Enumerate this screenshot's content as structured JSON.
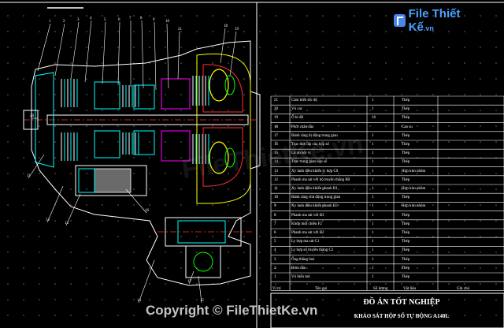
{
  "logo": {
    "text": "File Thiết Kế",
    "suffix": ".vn"
  },
  "watermark": "FileThietKe.vn",
  "copyright": "Copyright © FileThietKe.vn",
  "titles": {
    "main": "ĐỒ ÁN TỐT NGHIỆP",
    "sub": "KHẢO SÁT HỘP SỐ TỰ ĐỘNG A140L"
  },
  "table_header": [
    "Vị trí",
    "Tên gọi",
    "Số lượng",
    "Vật liệu",
    "Ghi chú"
  ],
  "parts": [
    {
      "n": "21",
      "name": "Cảm biến tốc độ",
      "q": "1",
      "m": "Thép",
      "note": ""
    },
    {
      "n": "20",
      "name": "Vỏ cac",
      "q": "1",
      "m": "Thép",
      "note": ""
    },
    {
      "n": "19",
      "name": "Ổ bi đỡ",
      "q": "16",
      "m": "Thép",
      "note": ""
    },
    {
      "n": "18",
      "name": "Phớt chắn dầu",
      "q": "",
      "m": "Cao su",
      "note": ""
    },
    {
      "n": "17",
      "name": "Bánh răng bị động trung gian",
      "q": "1",
      "m": "Thép",
      "note": ""
    },
    {
      "n": "16",
      "name": "Trục thứ cấp của hộp số",
      "q": "1",
      "m": "Thép",
      "note": ""
    },
    {
      "n": "15",
      "name": "Lò xo hồi vị",
      "q": "1",
      "m": "Thép",
      "note": ""
    },
    {
      "n": "14",
      "name": "Trục trung gian hộp số",
      "q": "1",
      "m": "Thép",
      "note": ""
    },
    {
      "n": "13",
      "name": "Xy lanh điều khiển ly hợp C0",
      "q": "1",
      "m": "Hợp kim nhôm",
      "note": ""
    },
    {
      "n": "12",
      "name": "Phanh ma sát với bộ truyền thẳng B0",
      "q": "1",
      "m": "Thép",
      "note": ""
    },
    {
      "n": "11",
      "name": "Xy lanh điều khiển phanh B1",
      "q": "1",
      "m": "Hợp kim nhôm",
      "note": ""
    },
    {
      "n": "10",
      "name": "Bánh răng chủ động trung gian",
      "q": "1",
      "m": "Thép",
      "note": ""
    },
    {
      "n": "9",
      "name": "Xy lanh điều khiển phanh B3",
      "q": "1",
      "m": "Hợp kim nhôm",
      "note": ""
    },
    {
      "n": "8",
      "name": "Phanh ma sát với B3",
      "q": "1",
      "m": "Thép",
      "note": ""
    },
    {
      "n": "7",
      "name": "Khớp một chiều F2",
      "q": "1",
      "m": "Thép",
      "note": ""
    },
    {
      "n": "6",
      "name": "Phanh ma sát với B2",
      "q": "1",
      "m": "Thép",
      "note": ""
    },
    {
      "n": "5",
      "name": "Ly hợp ma sát C1",
      "q": "1",
      "m": "Thép",
      "note": ""
    },
    {
      "n": "4",
      "name": "Ly hợp số truyền thẳng C2",
      "q": "1",
      "m": "Thép",
      "note": ""
    },
    {
      "n": "3",
      "name": "Ống thăng hoá",
      "q": "1",
      "m": "Thép",
      "note": ""
    },
    {
      "n": "2",
      "name": "Bơm dầu",
      "q": "1",
      "m": "Thép",
      "note": ""
    },
    {
      "n": "1",
      "name": "Vỏ biến mô",
      "q": "1",
      "m": "Thép",
      "note": ""
    }
  ],
  "leader_labels": [
    "1",
    "2",
    "3",
    "4",
    "5",
    "6",
    "7",
    "8",
    "9",
    "10",
    "11",
    "12",
    "13",
    "14",
    "15",
    "16",
    "17",
    "18",
    "19",
    "20",
    "21"
  ],
  "colors": {
    "background": "#000000",
    "line_white": "#ffffff",
    "line_cyan": "#00ffff",
    "line_green": "#00ff00",
    "line_magenta": "#ff00ff",
    "line_red": "#ff3030",
    "line_yellow": "#ffff00",
    "grid_dot": "#6a6a6a"
  }
}
